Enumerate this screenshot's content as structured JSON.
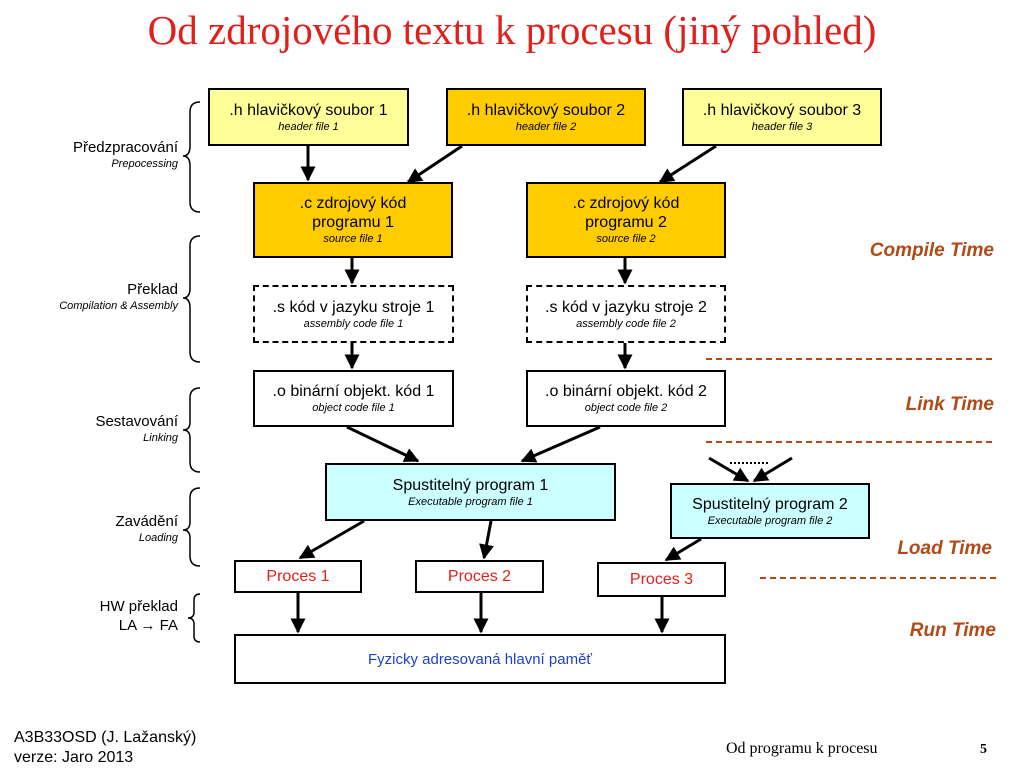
{
  "title": "Od zdrojového textu k procesu (jiný pohled)",
  "stages": {
    "preprocessing": {
      "label": "Předzpracování",
      "sub": "Prepocessing"
    },
    "translation": {
      "label": "Překlad",
      "sub": "Compilation & Assembly"
    },
    "linking": {
      "label": "Sestavování",
      "sub": "Linking"
    },
    "loading": {
      "label": "Zavádění",
      "sub": "Loading"
    },
    "hw": {
      "label": "HW překlad",
      "sub": "LA → FA"
    }
  },
  "headers": [
    {
      "label": ".h hlavičkový soubor 1",
      "sub": "header file 1"
    },
    {
      "label": ".h hlavičkový soubor 2",
      "sub": "header file 2"
    },
    {
      "label": ".h hlavičkový soubor 3",
      "sub": "header file 3"
    }
  ],
  "sources": [
    {
      "line1": ".c zdrojový kód",
      "line2": "programu 1",
      "sub": "source file 1"
    },
    {
      "line1": ".c zdrojový kód",
      "line2": "programu 2",
      "sub": "source file 2"
    }
  ],
  "assembly": [
    {
      "label": ".s kód v jazyku stroje 1",
      "sub": "assembly code file 1"
    },
    {
      "label": ".s kód v jazyku stroje 2",
      "sub": "assembly code file 2"
    }
  ],
  "objects": [
    {
      "label": ".o binární objekt. kód 1",
      "sub": "object code file 1"
    },
    {
      "label": ".o binární objekt. kód 2",
      "sub": "object code file 2"
    }
  ],
  "executables": [
    {
      "label": "Spustitelný program 1",
      "sub": "Executable program file 1"
    },
    {
      "label": "Spustitelný program 2",
      "sub": "Executable program file 2"
    }
  ],
  "processes": [
    "Proces 1",
    "Proces 2",
    "Proces 3"
  ],
  "memory": "Fyzicky adresovaná hlavní paměť",
  "times": {
    "compile": "Compile Time",
    "link": "Link Time",
    "load": "Load Time",
    "run": "Run Time"
  },
  "footer": {
    "course": "A3B33OSD (J. Lažanský)",
    "version": "verze: Jaro 2013",
    "topic": "Od programu k procesu",
    "page": "5"
  },
  "colors": {
    "title": "#e0201c",
    "time_labels": "#b04a16",
    "header_file": "#ffff99",
    "source_file": "#ffcc00",
    "executable": "#ccffff",
    "memory_text": "#1f3fcf"
  }
}
